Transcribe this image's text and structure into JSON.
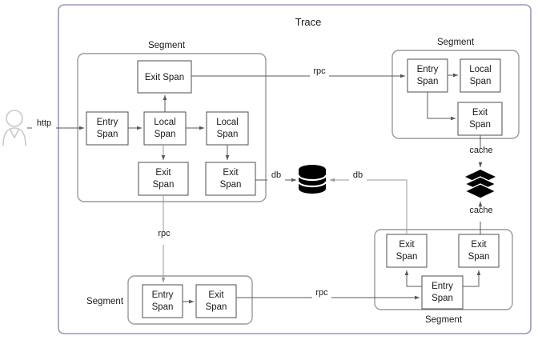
{
  "diagram": {
    "title": "Trace",
    "type": "skywalking-trace-segment-span-diagram",
    "actor": {
      "name": "user-actor"
    },
    "segments": [
      {
        "id": "segment-left",
        "label": "Segment",
        "label_position": "top",
        "spans": [
          {
            "id": "s1-entry",
            "kind": "Entry",
            "label": "Entry\nSpan",
            "line1": "Entry",
            "line2": "Span"
          },
          {
            "id": "s1-local1",
            "kind": "Local",
            "label": "Local\nSpan",
            "line1": "Local",
            "line2": "Span"
          },
          {
            "id": "s1-local2",
            "kind": "Local",
            "label": "Local\nSpan",
            "line1": "Local",
            "line2": "Span"
          },
          {
            "id": "s1-exit-top",
            "kind": "Exit",
            "label": "Exit Span",
            "line1": "Exit Span",
            "line2": ""
          },
          {
            "id": "s1-exit-a",
            "kind": "Exit",
            "label": "Exit\nSpan",
            "line1": "Exit",
            "line2": "Span"
          },
          {
            "id": "s1-exit-b",
            "kind": "Exit",
            "label": "Exit\nSpan",
            "line1": "Exit",
            "line2": "Span"
          }
        ]
      },
      {
        "id": "segment-top-right",
        "label": "Segment",
        "label_position": "top",
        "spans": [
          {
            "id": "s2-entry",
            "kind": "Entry",
            "label": "Entry\nSpan",
            "line1": "Entry",
            "line2": "Span"
          },
          {
            "id": "s2-local",
            "kind": "Local",
            "label": "Local\nSpan",
            "line1": "Local",
            "line2": "Span"
          },
          {
            "id": "s2-exit",
            "kind": "Exit",
            "label": "Exit\nSpan",
            "line1": "Exit",
            "line2": "Span"
          }
        ]
      },
      {
        "id": "segment-bottom-left",
        "label": "Segment",
        "label_position": "left",
        "spans": [
          {
            "id": "s3-entry",
            "kind": "Entry",
            "label": "Entry\nSpan",
            "line1": "Entry",
            "line2": "Span"
          },
          {
            "id": "s3-exit",
            "kind": "Exit",
            "label": "Exit\nSpan",
            "line1": "Exit",
            "line2": "Span"
          }
        ]
      },
      {
        "id": "segment-bottom-right",
        "label": "Segment",
        "label_position": "bottom",
        "spans": [
          {
            "id": "s4-exit-left",
            "kind": "Exit",
            "label": "Exit\nSpan",
            "line1": "Exit",
            "line2": "Span"
          },
          {
            "id": "s4-exit-right",
            "kind": "Exit",
            "label": "Exit\nSpan",
            "line1": "Exit",
            "line2": "Span"
          },
          {
            "id": "s4-entry",
            "kind": "Entry",
            "label": "Entry\nSpan",
            "line1": "Entry",
            "line2": "Span"
          }
        ]
      }
    ],
    "externals": [
      {
        "id": "database-node",
        "icon": "database-icon",
        "label": ""
      },
      {
        "id": "cache-node",
        "icon": "cache-icon",
        "label": ""
      }
    ],
    "edge_labels": {
      "http": "http",
      "rpc_top": "rpc",
      "rpc_down": "rpc",
      "rpc_bottom": "rpc",
      "db_left": "db",
      "db_right": "db",
      "cache_top": "cache",
      "cache_bottom": "cache"
    },
    "colors": {
      "trace_border": "#9699b5",
      "segment_border": "#9a9a9a",
      "span_border": "#4d4d4d",
      "edge": "#595959",
      "text": "#1a1a1a",
      "background": "#ffffff",
      "actor": "#c9c9c9"
    }
  }
}
